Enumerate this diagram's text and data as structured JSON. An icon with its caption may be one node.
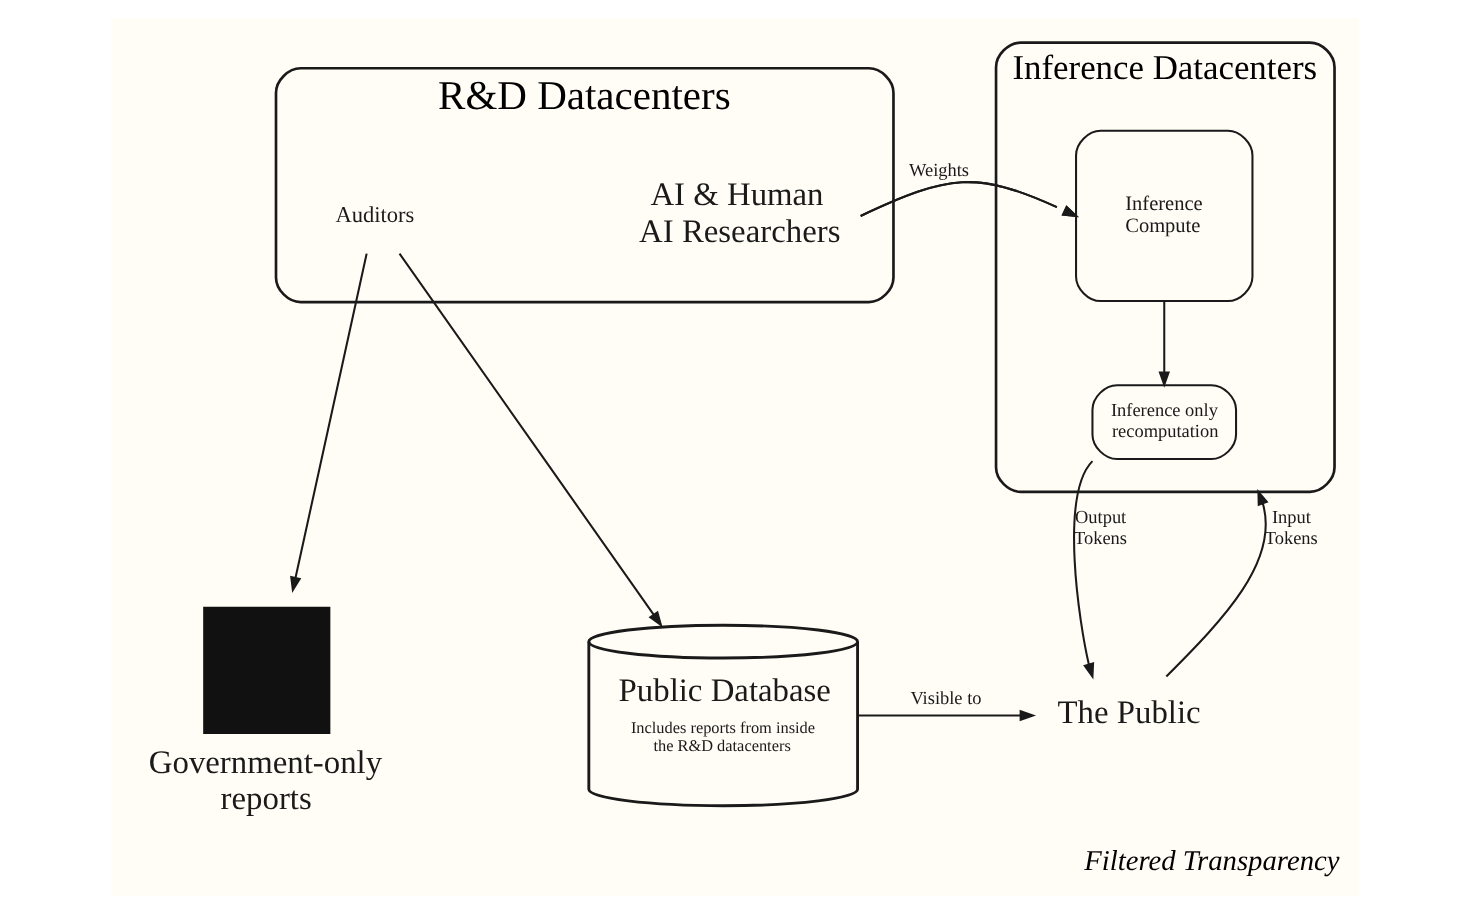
{
  "diagram": {
    "caption": "Filtered Transparency",
    "nodes": [
      {
        "text": [
          "R&D Datacenters"
        ]
      },
      {
        "text": [
          "Auditors"
        ],
        "in": 0
      },
      {
        "text": [
          "AI & Human AI Researchers"
        ],
        "in": 0
      },
      {
        "text": [
          "Inference Datacenters"
        ]
      },
      {
        "text": [
          "Inference Compute"
        ],
        "in": 3
      },
      {
        "text": [
          "Inference only recomputation"
        ],
        "in": 3
      },
      {
        "text": [
          "Government-only reports"
        ]
      },
      {
        "text": [
          "Public Database",
          "Includes reports from inside the R&D datacenters"
        ]
      },
      {
        "text": [
          "The Public"
        ]
      }
    ],
    "edges": [
      {
        "from": 0,
        "to": 3,
        "arrow": "to",
        "label": "Weights"
      },
      {
        "from": 1,
        "to": 6,
        "arrow": "to"
      },
      {
        "from": 1,
        "to": 7,
        "arrow": "to"
      },
      {
        "from": 4,
        "to": 5,
        "arrow": "to"
      },
      {
        "from": 5,
        "to": 8,
        "arrow": "to",
        "label": "Output Tokens"
      },
      {
        "from": 8,
        "to": 3,
        "arrow": "to",
        "label": "Input Tokens"
      },
      {
        "from": 7,
        "to": 8,
        "arrow": "to",
        "label": "Visible to"
      }
    ]
  }
}
